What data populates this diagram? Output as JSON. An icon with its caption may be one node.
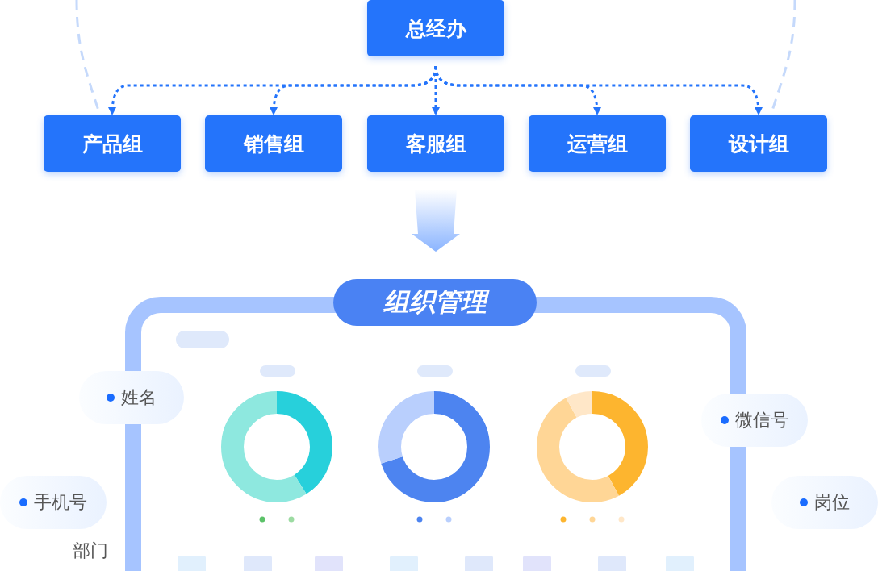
{
  "diagram": {
    "nodes": [
      {
        "text": [
          "总经办"
        ]
      },
      {
        "text": [
          "产品组"
        ]
      },
      {
        "text": [
          "销售组"
        ]
      },
      {
        "text": [
          "客服组"
        ]
      },
      {
        "text": [
          "运营组"
        ]
      },
      {
        "text": [
          "设计组"
        ]
      },
      {
        "text": [
          "组织管理"
        ]
      },
      {
        "text": [
          "姓名"
        ]
      },
      {
        "text": [
          "手机号"
        ]
      },
      {
        "text": [
          "微信号"
        ]
      },
      {
        "text": [
          "岗位"
        ]
      }
    ],
    "edges": [
      {
        "from": 0,
        "to": 1,
        "arrow": "to",
        "style": "dashed"
      },
      {
        "from": 0,
        "to": 2,
        "arrow": "to",
        "style": "dashed"
      },
      {
        "from": 0,
        "to": 3,
        "arrow": "to",
        "style": "dashed"
      },
      {
        "from": 0,
        "to": 4,
        "arrow": "to",
        "style": "dashed"
      },
      {
        "from": 0,
        "to": 5,
        "arrow": "to",
        "style": "dashed"
      },
      {
        "from": null,
        "to": 1,
        "arrow": "none",
        "style": "dashed",
        "color": "#c5d9fb"
      },
      {
        "from": null,
        "to": 5,
        "arrow": "none",
        "style": "dashed",
        "color": "#c5d9fb"
      },
      {
        "from": 3,
        "to": 6,
        "arrow": "to",
        "style": "thick",
        "color": "#8ab4ff"
      }
    ],
    "labels": [
      "部门"
    ]
  }
}
